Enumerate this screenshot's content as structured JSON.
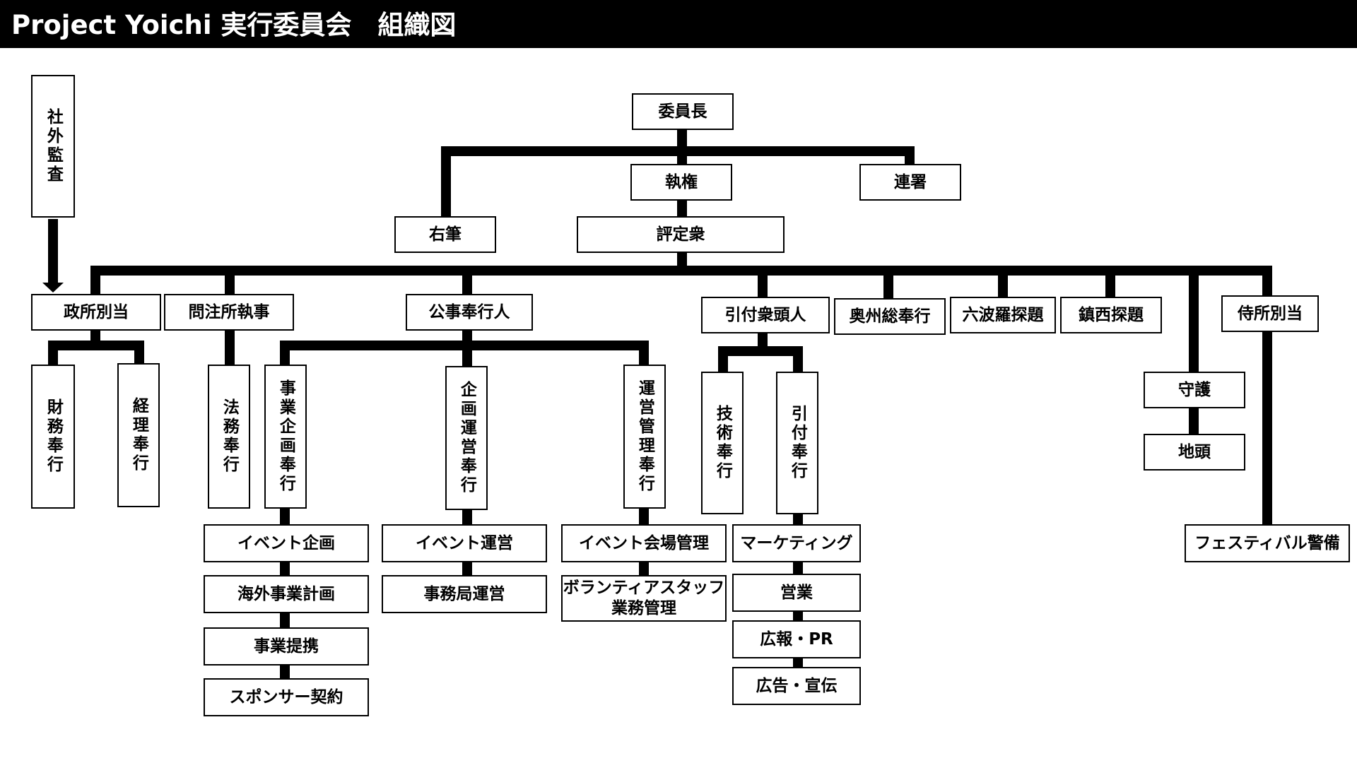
{
  "header": {
    "title": "Project Yoichi 実行委員会　組織図"
  },
  "nodes": {
    "audit": "社外監査",
    "chairman": "委員長",
    "shikken": "執権",
    "rensho": "連署",
    "yuhitsu": "右筆",
    "hyojoshu": "評定衆",
    "mandokoro": "政所別当",
    "monchujo": "問注所執事",
    "kuji": "公事奉行人",
    "hikitsuke": "引付衆頭人",
    "oshu": "奥州総奉行",
    "rokuhara": "六波羅探題",
    "chinzei": "鎮西探題",
    "samurai": "侍所別当",
    "zaimu": "財務奉行",
    "keiri": "経理奉行",
    "homu": "法務奉行",
    "jigyo_kikaku": "事業企画奉行",
    "kikaku_unei": "企画運営奉行",
    "unei_kanri": "運営管理奉行",
    "gijutsu": "技術奉行",
    "hikitsuke_bugyo": "引付奉行",
    "shugo": "守護",
    "jito": "地頭",
    "event_kikaku": "イベント企画",
    "kaigai": "海外事業計画",
    "teikei": "事業提携",
    "sponsor": "スポンサー契約",
    "event_unei": "イベント運営",
    "jimukyoku": "事務局運営",
    "kaijo": "イベント会場管理",
    "volunteer": "ボランティアスタッフ\n業務管理",
    "marketing": "マーケティング",
    "eigyo": "営業",
    "koho": "広報・PR",
    "kokoku": "広告・宣伝",
    "keibi": "フェスティバル警備"
  }
}
